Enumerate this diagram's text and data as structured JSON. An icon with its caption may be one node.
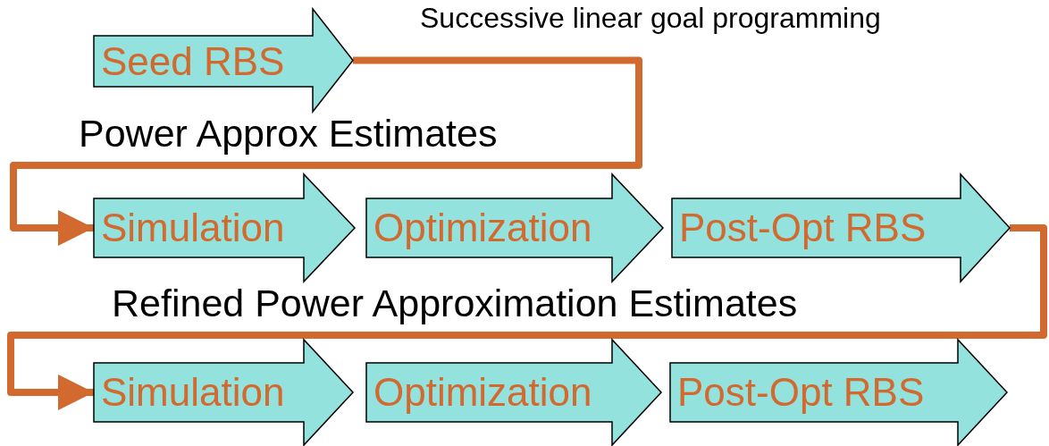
{
  "diagram": {
    "title": "Successive linear goal programming",
    "nodes": [
      {
        "text": [
          "Seed RBS"
        ]
      },
      {
        "text": [
          "Simulation"
        ]
      },
      {
        "text": [
          "Optimization"
        ]
      },
      {
        "text": [
          "Post-Opt RBS"
        ]
      },
      {
        "text": [
          "Simulation"
        ]
      },
      {
        "text": [
          "Optimization"
        ]
      },
      {
        "text": [
          "Post-Opt RBS"
        ]
      }
    ],
    "edges": [
      {
        "from": 0,
        "to": 1,
        "arrow": "to",
        "label": "Power Approx Estimates"
      },
      {
        "from": 3,
        "to": 4,
        "arrow": "to",
        "label": "Refined Power Approximation Estimates"
      }
    ]
  }
}
